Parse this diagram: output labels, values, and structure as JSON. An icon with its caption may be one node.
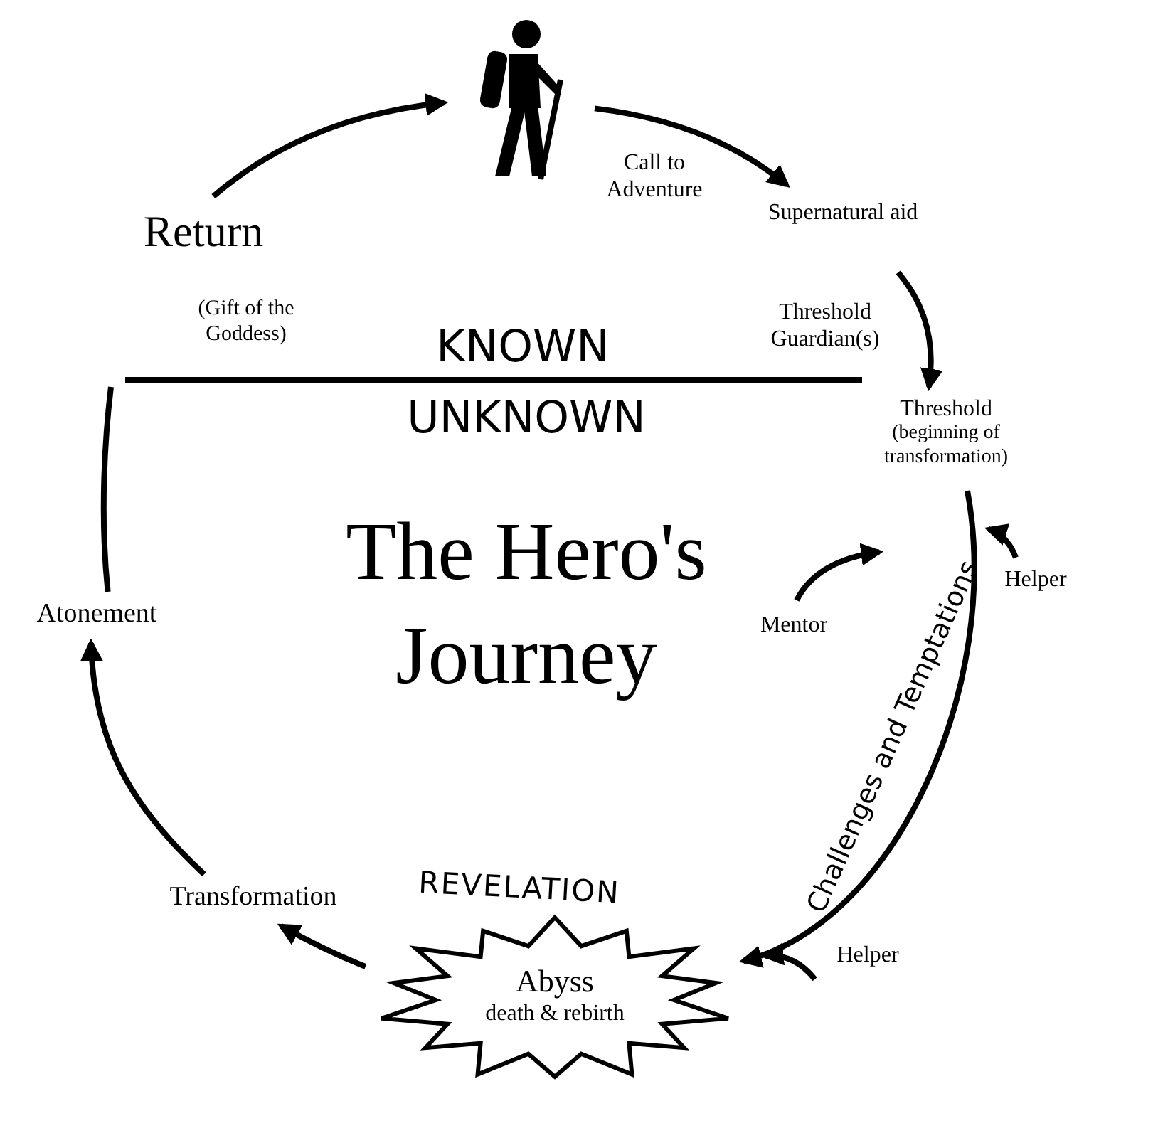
{
  "diagram": {
    "title": "The Hero's Journey",
    "nodes": [
      {
        "text": [],
        "shape": "person"
      },
      {
        "text": [
          "Supernatural aid"
        ]
      },
      {
        "text": [
          "Threshold",
          "(beginning of transformation)"
        ]
      },
      {
        "text": [
          "Abyss",
          "death & rebirth"
        ],
        "beside": [
          "REVELATION"
        ]
      },
      {
        "text": [
          "Transformation"
        ]
      },
      {
        "text": [
          "Atonement"
        ]
      },
      {
        "text": [
          "Return"
        ],
        "beside": [
          "(Gift of the Goddess)"
        ]
      },
      {
        "text": [
          "Mentor"
        ]
      },
      {
        "text": [
          "Helper"
        ]
      },
      {
        "text": [
          "Helper"
        ]
      }
    ],
    "edges": [
      {
        "from": 0,
        "to": 1,
        "arrow": "to",
        "label": "Call to Adventure"
      },
      {
        "from": 1,
        "to": 2,
        "arrow": "to",
        "label": "Threshold Guardian(s)"
      },
      {
        "from": 2,
        "to": 3,
        "arrow": "to",
        "label": "Challenges and Temptations"
      },
      {
        "from": 3,
        "to": 4,
        "arrow": "to"
      },
      {
        "from": 4,
        "to": 5,
        "arrow": "to"
      },
      {
        "from": 5,
        "to": 6,
        "arrow": "none"
      },
      {
        "from": 6,
        "to": 0,
        "arrow": "to"
      },
      {
        "from": 7,
        "to": null,
        "arrow": "to"
      },
      {
        "from": 8,
        "to": null,
        "arrow": "to"
      },
      {
        "from": 9,
        "to": null,
        "arrow": "to"
      }
    ],
    "labels": [
      "KNOWN",
      "UNKNOWN"
    ]
  }
}
